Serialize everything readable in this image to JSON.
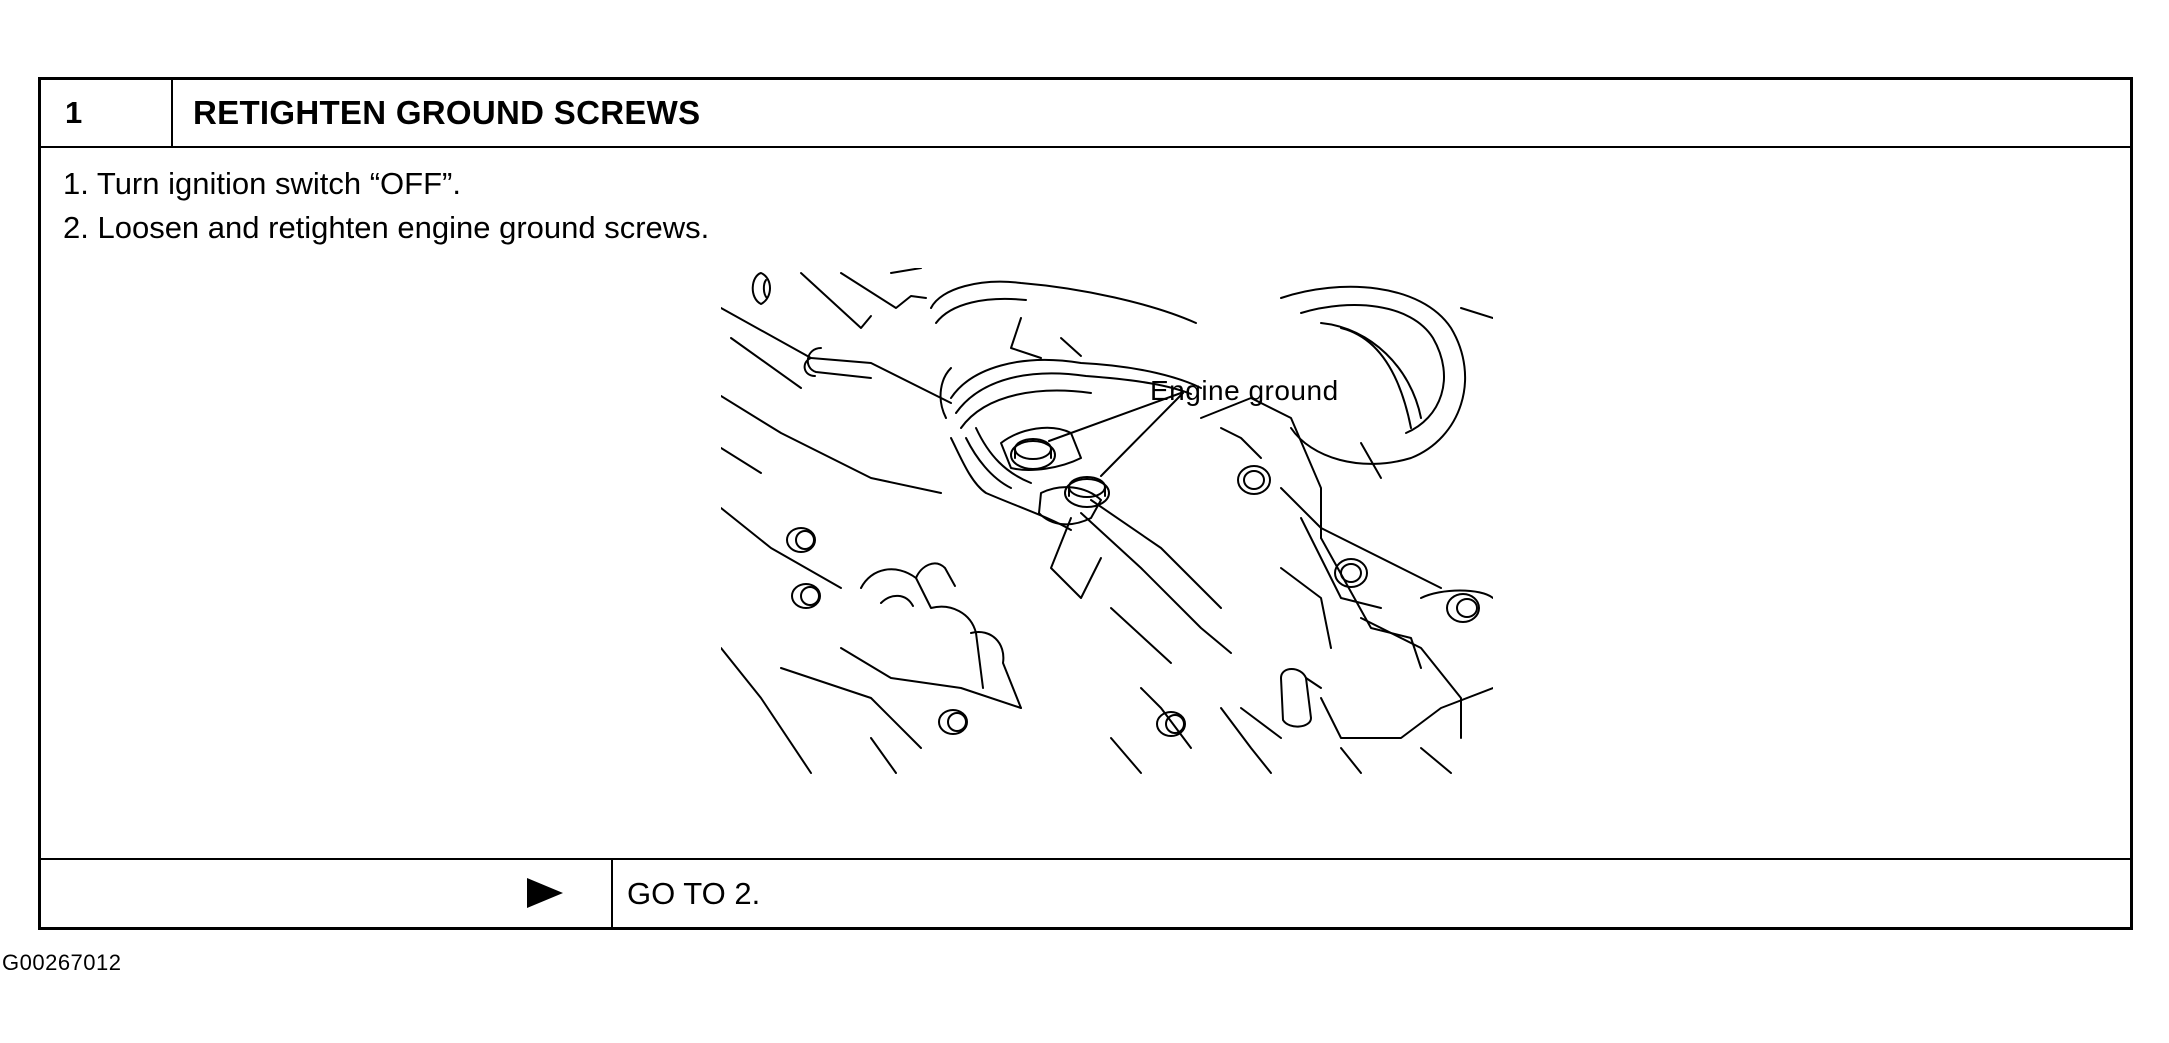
{
  "step": {
    "number": "1",
    "title": "RETIGHTEN GROUND SCREWS"
  },
  "instructions": [
    "1.  Turn ignition switch “OFF”.",
    "2.  Loosen and retighten engine ground screws."
  ],
  "figure": {
    "callout_label": "Engine ground"
  },
  "result": {
    "arrow_icon": "right-triangle-icon",
    "goto_text": "GO TO 2."
  },
  "figure_id": "G00267012"
}
